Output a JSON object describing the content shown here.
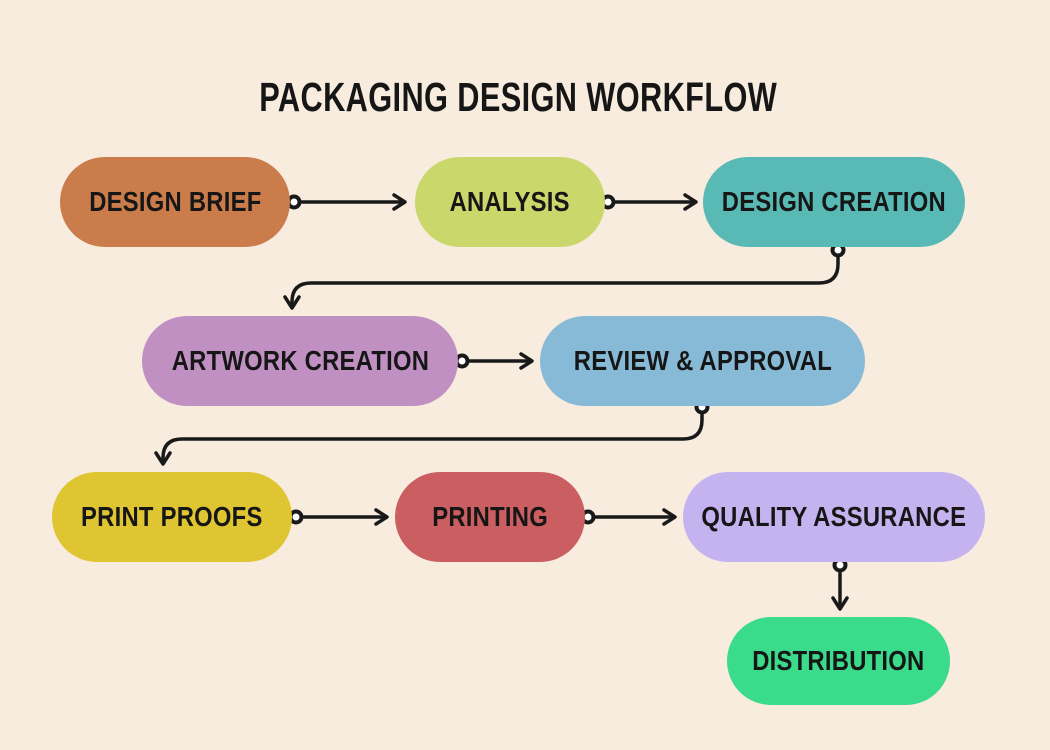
{
  "page": {
    "title": "PACKAGING DESIGN WORKFLOW",
    "background_color": "#f8ecdf",
    "text_color": "#161616",
    "connector_color": "#191919",
    "connector_dot_fill": "#ffffff"
  },
  "flowchart": {
    "nodes": [
      {
        "id": "design-brief",
        "label": "DESIGN BRIEF",
        "fill": "#cb7c4b"
      },
      {
        "id": "analysis",
        "label": "ANALYSIS",
        "fill": "#cad76b"
      },
      {
        "id": "design-creation",
        "label": "DESIGN CREATION",
        "fill": "#59bab5"
      },
      {
        "id": "artwork-creation",
        "label": "ARTWORK CREATION",
        "fill": "#c190c3"
      },
      {
        "id": "review-approval",
        "label": "REVIEW & APPROVAL",
        "fill": "#86bad7"
      },
      {
        "id": "print-proofs",
        "label": "PRINT PROOFS",
        "fill": "#dfc531"
      },
      {
        "id": "printing",
        "label": "PRINTING",
        "fill": "#cb5e60"
      },
      {
        "id": "quality-assurance",
        "label": "QUALITY ASSURANCE",
        "fill": "#c5b3f0"
      },
      {
        "id": "distribution",
        "label": "DISTRIBUTION",
        "fill": "#3adb8b"
      }
    ],
    "edges": [
      {
        "from": "DESIGN BRIEF",
        "to": "ANALYSIS"
      },
      {
        "from": "ANALYSIS",
        "to": "DESIGN CREATION"
      },
      {
        "from": "DESIGN CREATION",
        "to": "ARTWORK CREATION"
      },
      {
        "from": "ARTWORK CREATION",
        "to": "REVIEW & APPROVAL"
      },
      {
        "from": "REVIEW & APPROVAL",
        "to": "PRINT PROOFS"
      },
      {
        "from": "PRINT PROOFS",
        "to": "PRINTING"
      },
      {
        "from": "PRINTING",
        "to": "QUALITY ASSURANCE"
      },
      {
        "from": "QUALITY ASSURANCE",
        "to": "DISTRIBUTION"
      }
    ]
  }
}
